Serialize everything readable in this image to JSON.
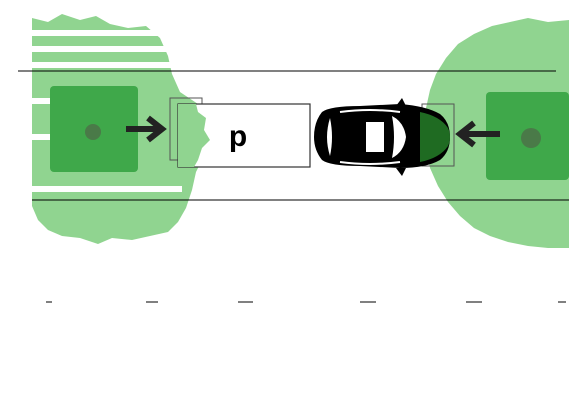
{
  "parking_space": {
    "label": "p"
  },
  "sensor_zones": [
    {
      "id": "rear",
      "arrow_direction": "right"
    },
    {
      "id": "front",
      "arrow_direction": "left"
    }
  ],
  "colors": {
    "zone_light": "#90d490",
    "zone_mid": "#3fa84a",
    "zone_dark": "#2e9b3e",
    "sensor_dot": "#4a7a48",
    "arrow": "#222222",
    "car_body": "#000000",
    "car_front_highlight": "#1f6b22",
    "road_line": "#000000"
  },
  "icons": [
    "rear-sensor-icon",
    "front-sensor-icon",
    "arrow-right-icon",
    "arrow-left-icon",
    "car-icon"
  ]
}
